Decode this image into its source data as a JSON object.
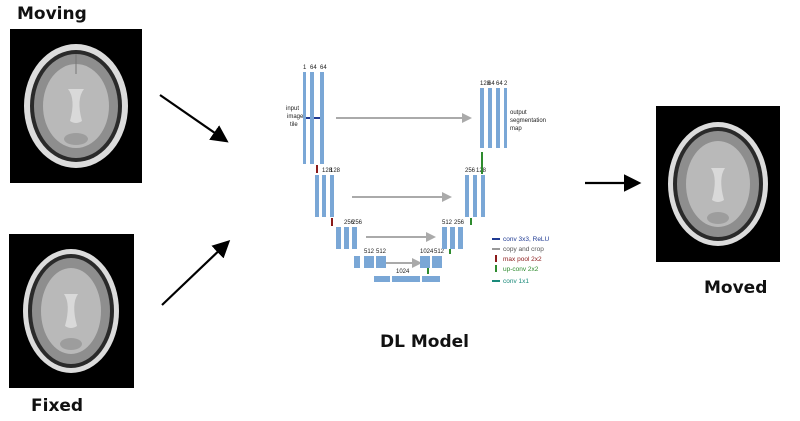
{
  "labels": {
    "moving": "Moving",
    "fixed": "Fixed",
    "model": "DL Model",
    "moved": "Moved"
  },
  "unet": {
    "input_text": [
      "input",
      "image",
      "tile"
    ],
    "output_text": [
      "output",
      "segmentation",
      "map"
    ],
    "legend": [
      {
        "text": "conv 3x3, ReLU",
        "color": "#1f3a93",
        "icon": "right-arrow"
      },
      {
        "text": "copy and crop",
        "color": "#999999",
        "icon": "right-arrow"
      },
      {
        "text": "max pool 2x2",
        "color": "#8b1a1a",
        "icon": "down-arrow"
      },
      {
        "text": "up-conv 2x2",
        "color": "#2e8b2e",
        "icon": "up-arrow"
      },
      {
        "text": "conv 1x1",
        "color": "#1a8a7a",
        "icon": "right-arrow"
      }
    ],
    "channels_top_left": [
      "1",
      "64",
      "64"
    ],
    "channels_top_right": [
      "128",
      "64",
      "64",
      "2"
    ],
    "channels_l2": [
      "128",
      "128"
    ],
    "channels_r2": [
      "256",
      "128"
    ],
    "channels_l3": [
      "256",
      "256"
    ],
    "channels_r3": [
      "512",
      "256"
    ],
    "channels_l4": [
      "512",
      "512"
    ],
    "channels_r4": [
      "1024",
      "512"
    ],
    "channels_bottom": [
      "1024"
    ]
  },
  "colors": {
    "feature_map": "#7aa7d6",
    "feature_map_dark": "#3d6ea8",
    "arrow": "#000000",
    "brain_bg": "#000000"
  }
}
